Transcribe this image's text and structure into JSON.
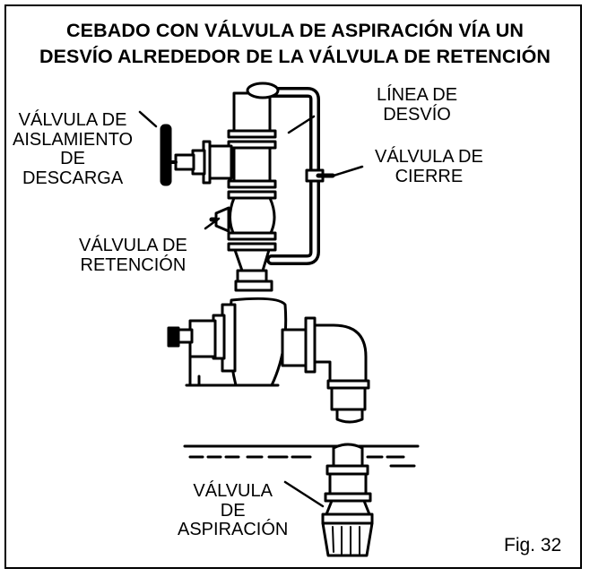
{
  "title_line1": "CEBADO CON VÁLVULA DE ASPIRACIÓN VÍA UN",
  "title_line2": "DESVÍO ALREDEDOR DE LA VÁLVULA DE RETENCIÓN",
  "labels": {
    "discharge_isolation_valve": [
      "VÁLVULA DE",
      "AISLAMIENTO",
      "DE",
      "DESCARGA"
    ],
    "bypass_line": [
      "LÍNEA DE",
      "DESVÍO"
    ],
    "shutoff_valve": [
      "VÁLVULA DE",
      "CIERRE"
    ],
    "check_valve": [
      "VÁLVULA DE",
      "RETENCIÓN"
    ],
    "foot_valve": [
      "VÁLVULA",
      "DE",
      "ASPIRACIÓN"
    ]
  },
  "figure_label": "Fig. 32"
}
